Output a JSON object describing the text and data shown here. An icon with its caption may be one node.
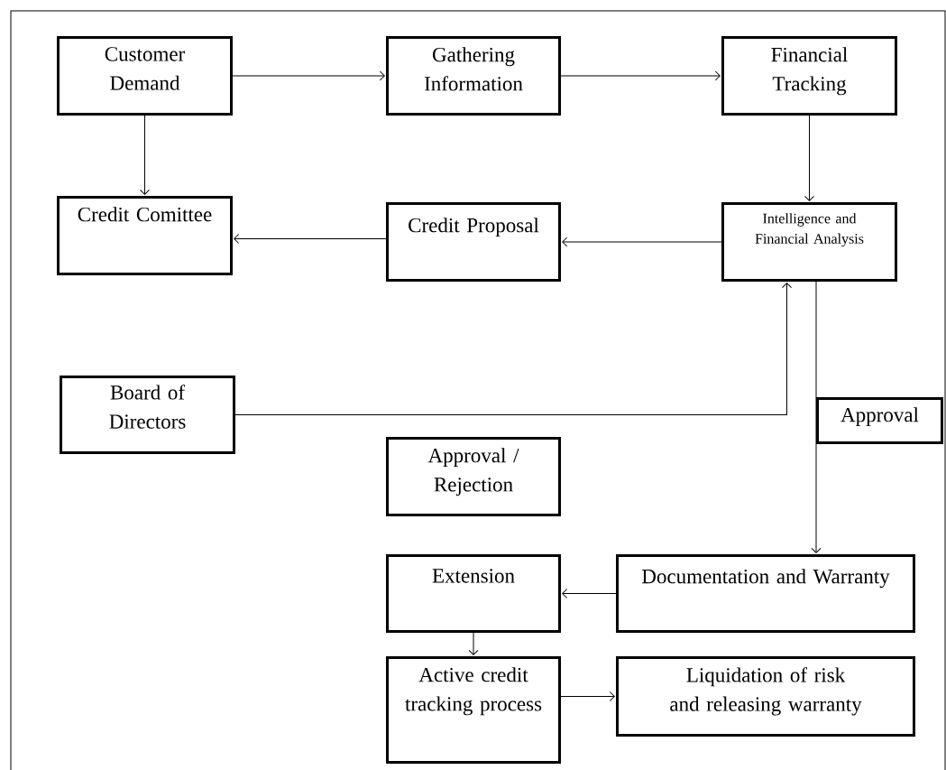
{
  "diagram": {
    "nodes": [
      {
        "text": [
          "Customer Demand"
        ]
      },
      {
        "text": [
          "Gathering Information"
        ]
      },
      {
        "text": [
          "Financial Tracking"
        ]
      },
      {
        "text": [
          "Credit Comittee"
        ]
      },
      {
        "text": [
          "Credit Proposal"
        ]
      },
      {
        "text": [
          "Intelligence and Financial Analysis"
        ]
      },
      {
        "text": [
          "Board of Directors"
        ]
      },
      {
        "text": [
          "Approval"
        ]
      },
      {
        "text": [
          "Approval / Rejection"
        ]
      },
      {
        "text": [
          "Extension"
        ]
      },
      {
        "text": [
          "Documentation and Warranty"
        ]
      },
      {
        "text": [
          "Active credit tracking process"
        ]
      },
      {
        "text": [
          "Liquidation of risk and releasing warranty"
        ]
      }
    ],
    "edges": [
      {
        "from": 0,
        "to": 1,
        "arrow": "to"
      },
      {
        "from": 1,
        "to": 2,
        "arrow": "to"
      },
      {
        "from": 0,
        "to": 3,
        "arrow": "to"
      },
      {
        "from": 2,
        "to": 5,
        "arrow": "to"
      },
      {
        "from": 5,
        "to": 4,
        "arrow": "to"
      },
      {
        "from": 4,
        "to": 3,
        "arrow": "to"
      },
      {
        "from": 6,
        "to": 5,
        "arrow": "to"
      },
      {
        "from": 5,
        "to": 10,
        "arrow": "to"
      },
      {
        "from": 10,
        "to": 9,
        "arrow": "to"
      },
      {
        "from": 9,
        "to": 11,
        "arrow": "to"
      },
      {
        "from": 11,
        "to": 12,
        "arrow": "to"
      }
    ]
  }
}
